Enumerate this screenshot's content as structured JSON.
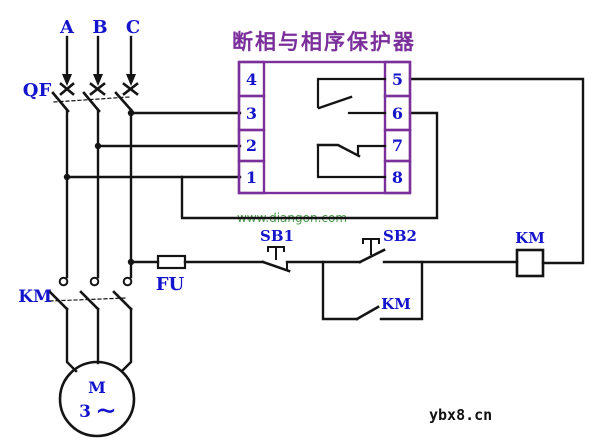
{
  "diagram": {
    "title": "断相与相序保护器",
    "phases": [
      "A",
      "B",
      "C"
    ],
    "labels": {
      "breaker": "QF",
      "contactor_main": "KM",
      "fuse": "FU",
      "stop_button": "SB1",
      "start_button": "SB2",
      "aux_contact": "KM",
      "coil": "KM"
    },
    "protector_terminals": {
      "left": [
        "4",
        "3",
        "2",
        "1"
      ],
      "right": [
        "5",
        "6",
        "7",
        "8"
      ]
    },
    "motor": {
      "symbol": "M",
      "phase_count": "3",
      "wave": "∼"
    },
    "watermark_site": "ybx8.cn",
    "embedded_watermark": "www.diangon.com",
    "colors": {
      "label_blue": "#1414cc",
      "protector_purple": "#7b2f9b",
      "wire_black": "#141414",
      "watermark_green": "#2e8b2e"
    }
  }
}
